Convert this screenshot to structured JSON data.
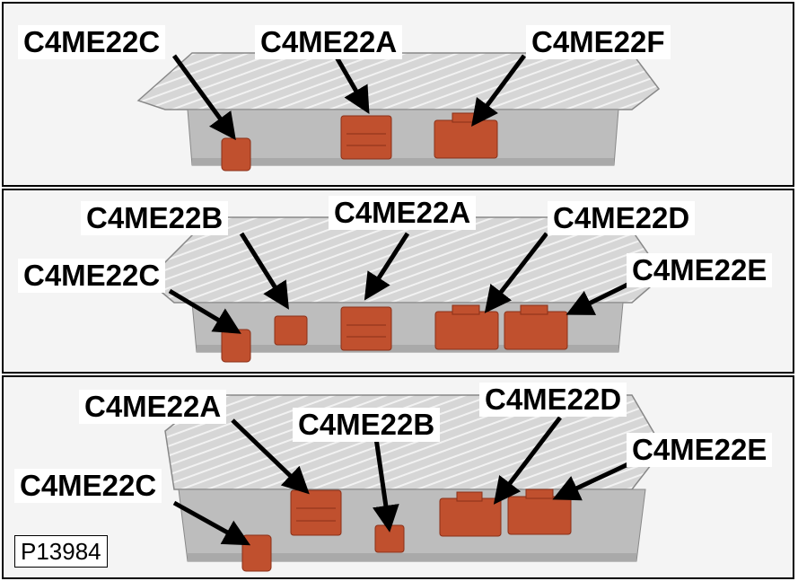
{
  "figure_id": "P13984",
  "panels": [
    {
      "labels": [
        "C4ME22C",
        "C4ME22A",
        "C4ME22F"
      ]
    },
    {
      "labels": [
        "C4ME22B",
        "C4ME22A",
        "C4ME22D",
        "C4ME22C",
        "C4ME22E"
      ]
    },
    {
      "labels": [
        "C4ME22A",
        "C4ME22D",
        "C4ME22B",
        "C4ME22E",
        "C4ME22C"
      ]
    }
  ],
  "colors": {
    "connector": "#c0502e",
    "connector_dark": "#8a3018",
    "housing": "#bfbfbf",
    "plate": "#dcdcdc"
  }
}
